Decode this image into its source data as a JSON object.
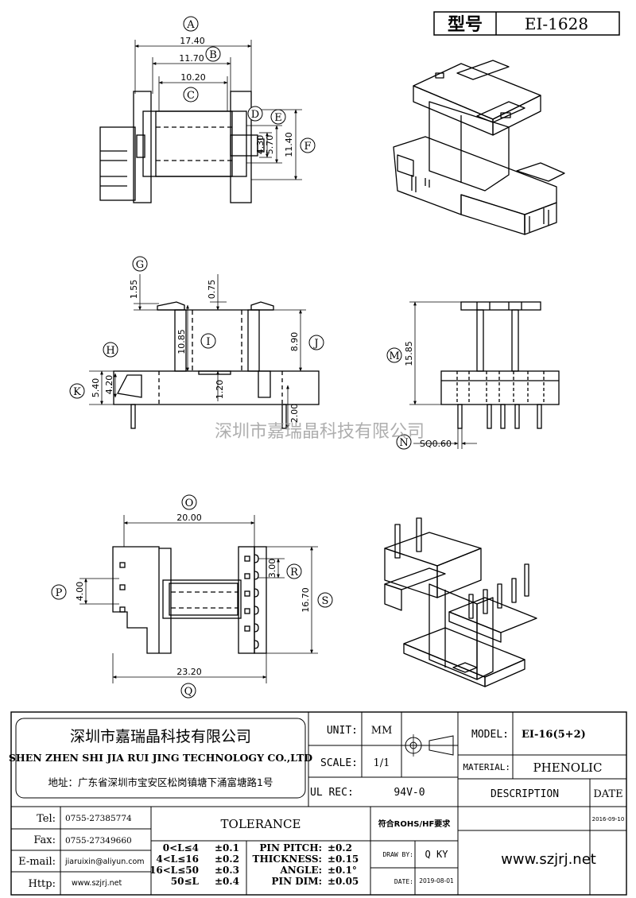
{
  "header": {
    "model_label": "型号",
    "model_value": "EI-1628"
  },
  "watermark": "深圳市嘉瑞晶科技有限公司",
  "callouts": [
    "A",
    "B",
    "C",
    "D",
    "E",
    "F",
    "G",
    "H",
    "I",
    "J",
    "K",
    "M",
    "N",
    "O",
    "P",
    "Q",
    "R",
    "S"
  ],
  "dimensions": {
    "a": "17.40",
    "b": "11.70",
    "c": "10.20",
    "e": "5.70",
    "d": "4.30",
    "f": "11.40",
    "g": "1.55",
    "g2": "0.75",
    "i": "10.85",
    "j": "8.90",
    "h": "4.20",
    "k": "5.40",
    "pin_base": "1.20",
    "pin_len": "2.00",
    "m": "15.85",
    "n": "SQ0.60",
    "o": "20.00",
    "p": "4.00",
    "r": "3.00",
    "s": "16.70",
    "q": "23.20"
  },
  "title_block": {
    "company_cn": "深圳市嘉瑞晶科技有限公司",
    "company_en": "SHEN ZHEN SHI   JIA RUI JING   TECHNOLOGY CO.,LTD",
    "address": "地址：广东省深圳市宝安区松岗镇塘下涌富塘路1号",
    "unit_label": "UNIT:",
    "unit_value": "MM",
    "scale_label": "SCALE:",
    "scale_value": "1/1",
    "ul_label": "UL REC:",
    "ul_value": "94V-0",
    "model_label": "MODEL:",
    "model_value": "EI-16(5+2)",
    "material_label": "MATERIAL:",
    "material_value": "PHENOLIC",
    "description_label": "DESCRIPTION",
    "date_label": "DATE",
    "date_value": "2016-09-10",
    "rohs": "符合ROHS/HF要求",
    "draw_label": "DRAW BY:",
    "draw_value": "Q KY",
    "date2_label": "DATE:",
    "date2_value": "2019-08-01",
    "contacts": [
      {
        "label": "Tel:",
        "value": "0755-27385774"
      },
      {
        "label": "Fax:",
        "value": "0755-27349660"
      },
      {
        "label": "E-mail:",
        "value": "jiaruixin@aliyun.com"
      },
      {
        "label": "Http:",
        "value": "www.szjrj.net"
      }
    ],
    "tolerance_title": "TOLERANCE",
    "tol_ranges": [
      {
        "range": "0<L≤4",
        "tol": "±0.1"
      },
      {
        "range": "4<L≤16",
        "tol": "±0.2"
      },
      {
        "range": "16<L≤50",
        "tol": "±0.3"
      },
      {
        "range": "50≤L",
        "tol": "±0.4"
      }
    ],
    "tol_specs": [
      {
        "name": "PIN PITCH:",
        "tol": "±0.2"
      },
      {
        "name": "THICKNESS:",
        "tol": "±0.15"
      },
      {
        "name": "ANGLE:",
        "tol": "±0.1°"
      },
      {
        "name": "PIN DIM:",
        "tol": "±0.05"
      }
    ],
    "website": "www.szjrj.net"
  }
}
